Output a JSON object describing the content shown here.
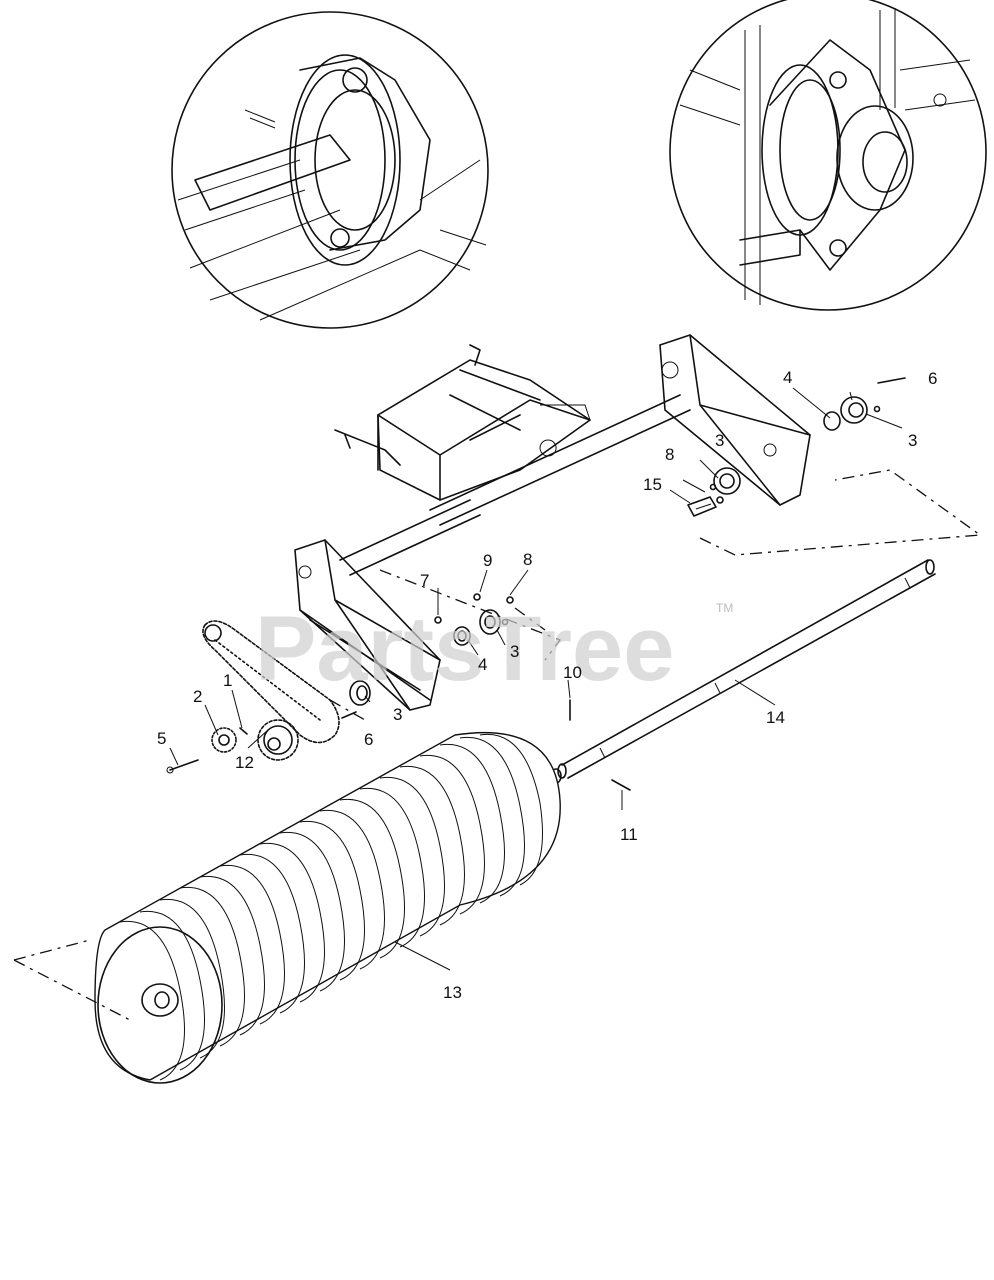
{
  "watermark": {
    "text": "PartsTree",
    "trademark": "TM"
  },
  "callouts": {
    "c1": "1",
    "c2": "2",
    "c3a": "3",
    "c3b": "3",
    "c3c": "3",
    "c3d": "3",
    "c4a": "4",
    "c4b": "4",
    "c5": "5",
    "c6a": "6",
    "c6b": "6",
    "c7": "7",
    "c8a": "8",
    "c8b": "8",
    "c9": "9",
    "c10": "10",
    "c11": "11",
    "c12": "12",
    "c13": "13",
    "c14": "14",
    "c15": "15"
  }
}
